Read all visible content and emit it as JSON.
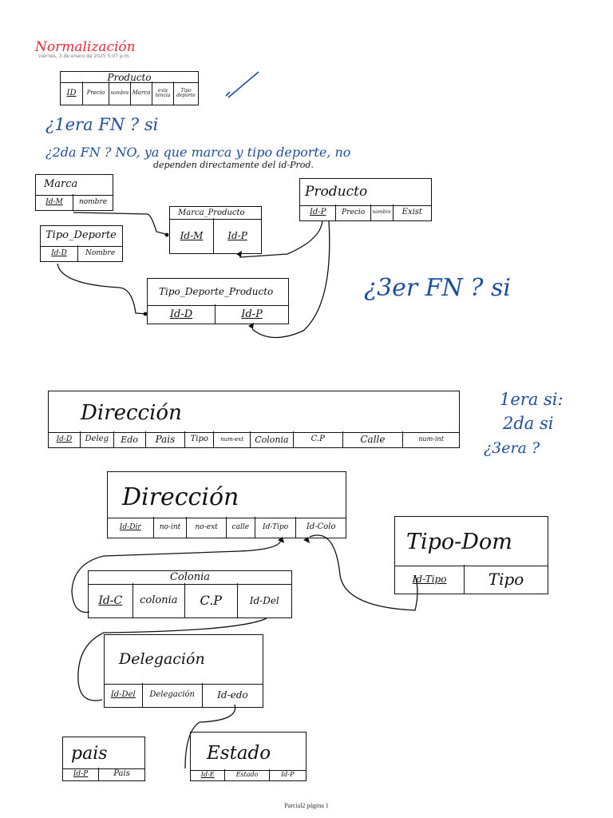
{
  "header": {
    "title": "Normalización",
    "timestamp": "viernes, 3 de enero de 2025    5:07 p.m."
  },
  "footer": {
    "page_label": "Parcial2 página 1"
  },
  "colors": {
    "title_red": "#e8283c",
    "note_blue": "#1d4f9e",
    "ink": "#111111"
  },
  "section1": {
    "producto_original": {
      "title": "Producto",
      "columns": [
        "ID",
        "Precio",
        "nombre",
        "Marca",
        "exis tencia",
        "Tipo deporte"
      ]
    },
    "notes": {
      "q1": "¿1era FN ? si",
      "q2": "¿2da FN ? NO, ya que marca y tipo deporte, no",
      "q2_cont": "dependen directamente del id-Prod.",
      "q3": "¿3er FN ? si"
    },
    "marca": {
      "title": "Marca",
      "columns": [
        "Id-M",
        "nombre"
      ]
    },
    "tipo_deporte": {
      "title": "Tipo_Deporte",
      "columns": [
        "Id-D",
        "Nombre"
      ]
    },
    "marca_producto": {
      "title": "Marca_Producto",
      "columns": [
        "Id-M",
        "Id-P"
      ]
    },
    "producto": {
      "title": "Producto",
      "columns": [
        "Id-P",
        "Precio",
        "nombre",
        "Exist"
      ]
    },
    "tipo_deporte_producto": {
      "title": "Tipo_Deporte_Producto",
      "columns": [
        "Id-D",
        "Id-P"
      ]
    }
  },
  "section2": {
    "direccion_original": {
      "title": "Dirección",
      "columns": [
        "Id-D",
        "Deleg",
        "Edo",
        "Pais",
        "Tipo",
        "num-ext",
        "Colonia",
        "C.P",
        "Calle",
        "num-int"
      ]
    },
    "notes": {
      "n1": "1era si:",
      "n2": "2da si",
      "n3": "¿3era ?"
    },
    "direccion": {
      "title": "Dirección",
      "columns": [
        "Id-Dir",
        "no-int",
        "no-ext",
        "calle",
        "Id-Tipo",
        "Id-Colo"
      ]
    },
    "tipo_dom": {
      "title": "Tipo-Dom",
      "columns": [
        "Id-Tipo",
        "Tipo"
      ]
    },
    "colonia": {
      "title": "Colonia",
      "columns": [
        "Id-C",
        "colonia",
        "C.P",
        "Id-Del"
      ]
    },
    "delegacion": {
      "title": "Delegación",
      "columns": [
        "Id-Del",
        "Delegación",
        "Id-edo"
      ]
    },
    "pais": {
      "title": "pais",
      "columns": [
        "Id-P",
        "Pais"
      ]
    },
    "estado": {
      "title": "Estado",
      "columns": [
        "Id-E",
        "Estado",
        "Id-P"
      ]
    }
  }
}
